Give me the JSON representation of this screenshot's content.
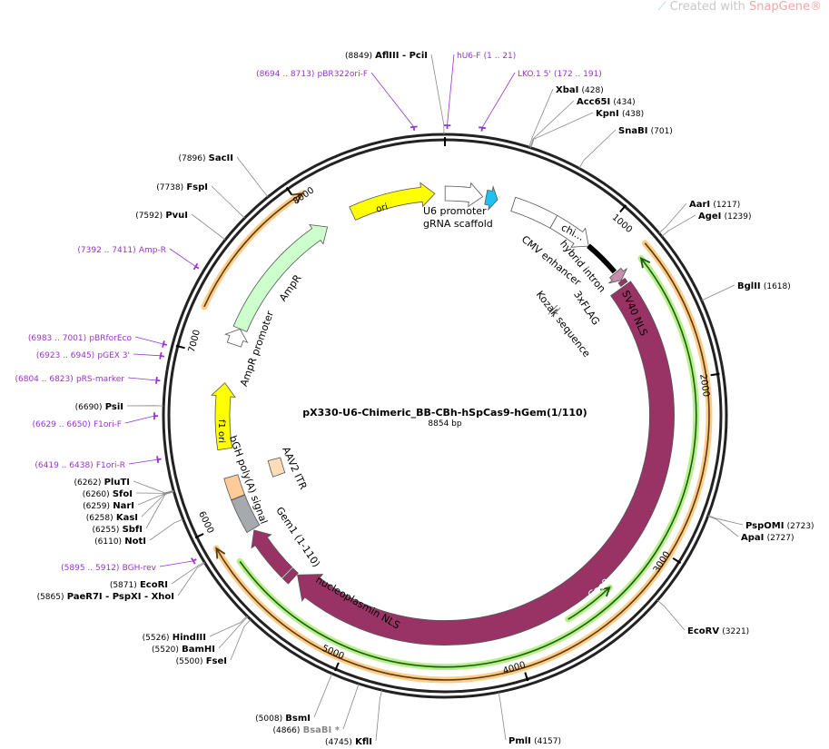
{
  "watermark": {
    "prefix": "Created with ",
    "brand": "SnapGene",
    "mark": "®"
  },
  "plasmid": {
    "name": "pX330-U6-Chimeric_BB-CBh-hSpCas9-hGem(1/110)",
    "size_label": "8854 bp",
    "length": 8854
  },
  "colors": {
    "ring": "#222222",
    "primer": "#9933cc",
    "cas9": "#993366",
    "orf_orange": "#ffcc88",
    "orf_green": "#b6f08a"
  },
  "ticks": [
    1000,
    2000,
    3000,
    4000,
    5000,
    6000,
    7000,
    8000
  ],
  "features": [
    {
      "label": "ori",
      "start": 8250,
      "end": 8790,
      "dir": 1,
      "track": "main",
      "color": "#ffff00"
    },
    {
      "label": "U6 promoter",
      "start": 1,
      "end": 241,
      "dir": 1,
      "track": "main",
      "color": "#ffffff"
    },
    {
      "label": "gRNA scaffold",
      "start": 262,
      "end": 337,
      "dir": 1,
      "track": "main",
      "color": "#1ec1f0"
    },
    {
      "label": "CMV enhancer",
      "start": 440,
      "end": 720,
      "dir": 0,
      "track": "main",
      "color": "#ffffff"
    },
    {
      "label": "chi...",
      "start": 720,
      "end": 990,
      "dir": 1,
      "track": "main",
      "color": "#ffffff"
    },
    {
      "label": "hybrid intron",
      "start": 990,
      "end": 1220,
      "dir": 0,
      "track": "thin",
      "color": "#000000"
    },
    {
      "label": "3xFLAG",
      "start": 1230,
      "end": 1290,
      "dir": 1,
      "track": "main",
      "color": "#c98fb0"
    },
    {
      "label": "SV40 NLS",
      "start": 1293,
      "end": 1320,
      "dir": 0,
      "track": "small",
      "color": "#993366"
    },
    {
      "label": "Cas9",
      "start": 1330,
      "end": 5480,
      "dir": 1,
      "track": "cas",
      "color": "#993366"
    },
    {
      "label": "nucleoplasmin NLS",
      "start": 5485,
      "end": 5532,
      "dir": 0,
      "track": "main",
      "color": "#993366"
    },
    {
      "label": "Gem1 (1-110)",
      "start": 5540,
      "end": 5880,
      "dir": 1,
      "track": "main",
      "color": "#993366"
    },
    {
      "label": "bGH poly(A) signal",
      "start": 5890,
      "end": 6110,
      "dir": 0,
      "track": "main",
      "color": "#a6a9ad"
    },
    {
      "label": "",
      "start": 6112,
      "end": 6250,
      "dir": 0,
      "track": "main",
      "color": "#ffcc99"
    },
    {
      "label": "AAV2 ITR",
      "start": 6160,
      "end": 6290,
      "dir": 0,
      "track": "aav",
      "color": "#ffddb8"
    },
    {
      "label": "f1 ori",
      "start": 6430,
      "end": 6850,
      "dir": 1,
      "track": "main",
      "color": "#ffff00"
    },
    {
      "label": "AmpR promoter",
      "start": 7100,
      "end": 7205,
      "dir": 1,
      "track": "main",
      "color": "#ffffff"
    },
    {
      "label": "AmpR",
      "start": 7206,
      "end": 8070,
      "dir": 1,
      "track": "main",
      "color": "#ccffcc"
    }
  ],
  "feature_labels": {
    "ori": "ori",
    "u6": "U6 promoter",
    "grna": "gRNA scaffold",
    "chi": "chi...",
    "cmv": "CMV enhancer",
    "intron": "hybrid intron",
    "flag": "3xFLAG",
    "sv40": "SV40 NLS",
    "kozak": "Kozak sequence",
    "cas9": "Cas9",
    "npnls": "nucleoplasmin NLS",
    "gem1": "Gem1 (1-110)",
    "bgh": "bGH poly(A) signal",
    "aav2": "AAV2 ITR",
    "f1ori": "f1 ori",
    "ampr_prom": "AmpR promoter",
    "ampr": "AmpR"
  },
  "orfs": [
    {
      "start": 7240,
      "end": 8050,
      "dir": 1,
      "track": "orf_outer",
      "kind": "orange"
    },
    {
      "start": 1210,
      "end": 5900,
      "dir": 1,
      "track": "orf_outer",
      "kind": "orange"
    },
    {
      "start": 1260,
      "end": 5770,
      "dir": -1,
      "track": "orf_mid",
      "kind": "green"
    },
    {
      "start": 3350,
      "end": 3660,
      "dir": -1,
      "track": "orf_inner",
      "kind": "green"
    }
  ],
  "sites": [
    {
      "pos": "8849",
      "bp": 8849,
      "name": "AflIII  - PciI"
    },
    {
      "pos": "428",
      "bp": 428,
      "name": "XbaI"
    },
    {
      "pos": "434",
      "bp": 434,
      "name": "Acc65I"
    },
    {
      "pos": "438",
      "bp": 438,
      "name": "KpnI"
    },
    {
      "pos": "701",
      "bp": 701,
      "name": "SnaBI"
    },
    {
      "pos": "1217",
      "bp": 1217,
      "name": "AarI"
    },
    {
      "pos": "1239",
      "bp": 1239,
      "name": "AgeI"
    },
    {
      "pos": "1618",
      "bp": 1618,
      "name": "BglII"
    },
    {
      "pos": "2723",
      "bp": 2723,
      "name": "PspOMI"
    },
    {
      "pos": "2727",
      "bp": 2727,
      "name": "ApaI"
    },
    {
      "pos": "3221",
      "bp": 3221,
      "name": "EcoRV"
    },
    {
      "pos": "4157",
      "bp": 4157,
      "name": "PmlI"
    },
    {
      "pos": "4745",
      "bp": 4745,
      "name": "KflI"
    },
    {
      "pos": "4866",
      "bp": 4866,
      "name": "BsaBI *",
      "muted": true
    },
    {
      "pos": "5008",
      "bp": 5008,
      "name": "BsmI"
    },
    {
      "pos": "5500",
      "bp": 5500,
      "name": "FseI"
    },
    {
      "pos": "5520",
      "bp": 5520,
      "name": "BamHI"
    },
    {
      "pos": "5526",
      "bp": 5526,
      "name": "HindIII"
    },
    {
      "pos": "5871",
      "bp": 5871,
      "name": "EcoRI"
    },
    {
      "pos": "5865",
      "bp": 5865,
      "name": "PaeR7I  - PspXI  - XhoI"
    },
    {
      "pos": "6110",
      "bp": 6110,
      "name": "NotI"
    },
    {
      "pos": "6255",
      "bp": 6255,
      "name": "SbfI"
    },
    {
      "pos": "6258",
      "bp": 6258,
      "name": "KasI"
    },
    {
      "pos": "6259",
      "bp": 6259,
      "name": "NarI"
    },
    {
      "pos": "6260",
      "bp": 6260,
      "name": "SfoI"
    },
    {
      "pos": "6262",
      "bp": 6262,
      "name": "PluTI"
    },
    {
      "pos": "6690",
      "bp": 6690,
      "name": "PsiI"
    },
    {
      "pos": "7592",
      "bp": 7592,
      "name": "PvuI"
    },
    {
      "pos": "7738",
      "bp": 7738,
      "name": "FspI"
    },
    {
      "pos": "7896",
      "bp": 7896,
      "name": "SacII"
    }
  ],
  "primers": [
    {
      "range": "8694 .. 8713",
      "bp": 8703,
      "name": "pBR322ori-F"
    },
    {
      "range": "1 .. 21",
      "bp": 11,
      "name": "hU6-F"
    },
    {
      "range": "172 .. 191",
      "bp": 181,
      "name": "LKO.1 5'"
    },
    {
      "range": "7392 .. 7411",
      "bp": 7401,
      "name": "Amp-R"
    },
    {
      "range": "6983 .. 7001",
      "bp": 6992,
      "name": "pBRforEco"
    },
    {
      "range": "6923 .. 6945",
      "bp": 6934,
      "name": "pGEX 3'"
    },
    {
      "range": "6804 .. 6823",
      "bp": 6813,
      "name": "pRS-marker"
    },
    {
      "range": "6629 .. 6650",
      "bp": 6640,
      "name": "F1ori-F"
    },
    {
      "range": "6419 .. 6438",
      "bp": 6428,
      "name": "F1ori-R"
    },
    {
      "range": "5895 .. 5912",
      "bp": 5903,
      "name": "BGH-rev"
    }
  ]
}
